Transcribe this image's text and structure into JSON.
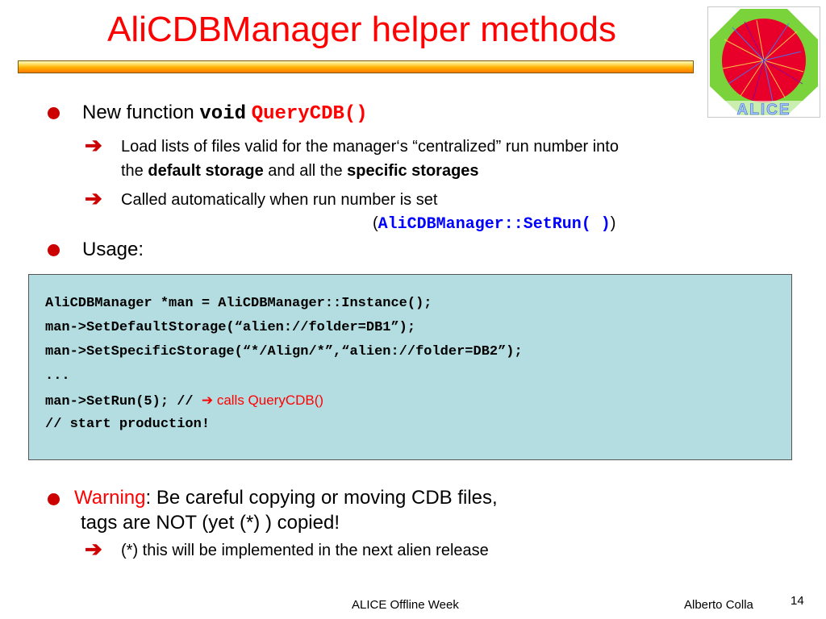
{
  "slide": {
    "title": "AliCDBManager helper methods",
    "logo_text": "ALICE",
    "bullet1": {
      "prefix": "New function ",
      "code_void": "void",
      "code_func": "QueryCDB()"
    },
    "sub1": {
      "line1": "Load lists of files valid for the manager‘s “centralized” run number into",
      "line2_a": "the ",
      "line2_b": "default storage",
      "line2_c": " and all the ",
      "line2_d": "specific storages"
    },
    "sub2": {
      "line1": "Called automatically when run number is set",
      "paren_open": "(",
      "code": "AliCDBManager::SetRun( )",
      "paren_close": ")"
    },
    "bullet2": "Usage:",
    "code": {
      "line1": "AliCDBManager *man = AliCDBManager::Instance();",
      "line2": "man->SetDefaultStorage(“alien://folder=DB1”);",
      "line3": "man->SetSpecificStorage(“*/Align/*”,“alien://folder=DB2”);",
      "line4": "...",
      "line5": "man->SetRun(5); // ",
      "line5_comment": "calls QueryCDB()",
      "line6": "// start production!"
    },
    "bullet3": {
      "warning": "Warning",
      "rest1": ": Be careful copying or moving CDB files,",
      "rest2": "tags are NOT (yet (*) ) copied!"
    },
    "sub3": "(*) this will be implemented in the next alien release",
    "footer": {
      "event": "ALICE Offline Week",
      "author": "Alberto Colla",
      "page": "14"
    }
  }
}
